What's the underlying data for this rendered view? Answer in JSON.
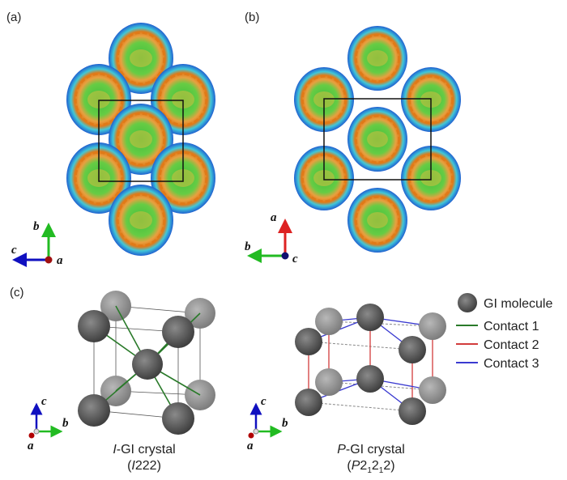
{
  "panels": {
    "a": {
      "label": "(a)",
      "axes": {
        "up": "b",
        "left": "c",
        "origin": "a"
      }
    },
    "b": {
      "label": "(b)",
      "axes": {
        "up": "a",
        "left": "b",
        "origin": "c"
      }
    },
    "c": {
      "label": "(c)"
    }
  },
  "crystals": {
    "i": {
      "name_italic": "I",
      "name_rest": "-GI crystal",
      "group_open": "(",
      "group_italic": "I",
      "group_rest": "222)",
      "axes": {
        "up": "c",
        "right": "b",
        "origin": "a"
      }
    },
    "p": {
      "name_italic": "P",
      "name_rest": "-GI crystal",
      "group_open": "(",
      "group_italic": "P",
      "group_rest_1": "2",
      "sub_1": "1",
      "group_rest_2": "2",
      "sub_2": "1",
      "group_rest_3": "2)",
      "axes": {
        "up": "c",
        "right": "b",
        "origin": "a"
      }
    }
  },
  "legend": [
    {
      "label": "GI molecule",
      "kind": "sphere"
    },
    {
      "label": "Contact 1",
      "color": "#2a7a2a"
    },
    {
      "label": "Contact 2",
      "color": "#d23c3c"
    },
    {
      "label": "Contact 3",
      "color": "#3a3ad0"
    }
  ],
  "colors": {
    "axis_a": "#b00000",
    "axis_b": "#22bb22",
    "axis_c": "#1010c0",
    "axis_a_red": "#dd2222"
  }
}
